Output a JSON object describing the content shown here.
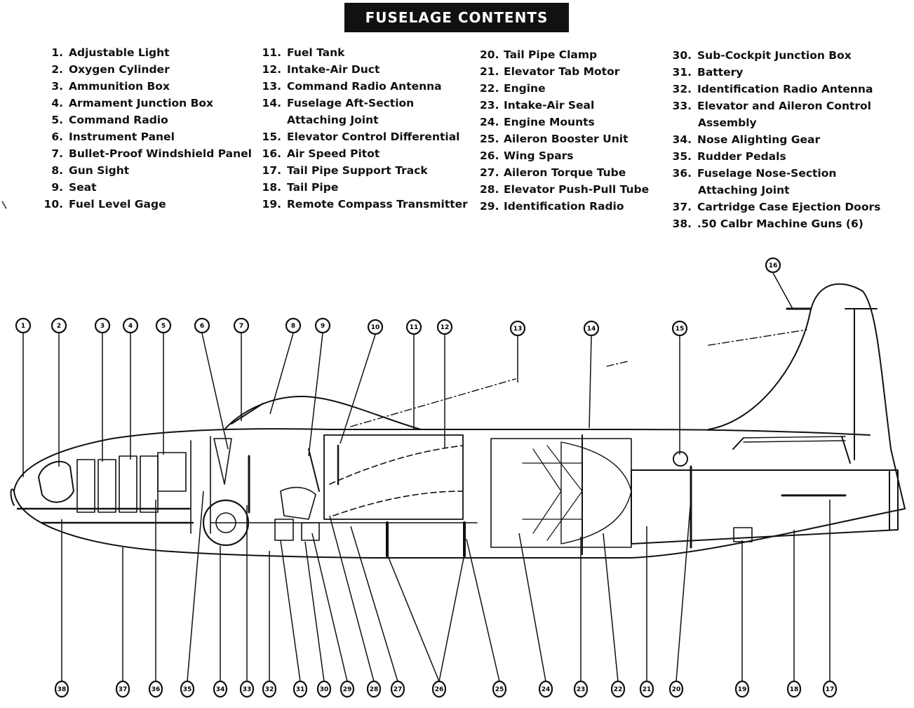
{
  "title": "FUSELAGE CONTENTS",
  "legend": {
    "columns": [
      [
        {
          "num": "1.",
          "label": "Adjustable Light"
        },
        {
          "num": "2.",
          "label": "Oxygen Cylinder"
        },
        {
          "num": "3.",
          "label": "Ammunition Box"
        },
        {
          "num": "4.",
          "label": "Armament Junction Box"
        },
        {
          "num": "5.",
          "label": "Command Radio"
        },
        {
          "num": "6.",
          "label": "Instrument Panel"
        },
        {
          "num": "7.",
          "label": "Bullet-Proof Windshield Panel"
        },
        {
          "num": "8.",
          "label": "Gun Sight"
        },
        {
          "num": "9.",
          "label": "Seat"
        },
        {
          "num": "10.",
          "label": "Fuel Level Gage"
        }
      ],
      [
        {
          "num": "11.",
          "label": "Fuel Tank"
        },
        {
          "num": "12.",
          "label": "Intake-Air Duct"
        },
        {
          "num": "13.",
          "label": "Command Radio Antenna"
        },
        {
          "num": "14.",
          "label": "Fuselage Aft-Section",
          "cont": "Attaching Joint"
        },
        {
          "num": "15.",
          "label": "Elevator Control Differential"
        },
        {
          "num": "16.",
          "label": "Air Speed Pitot"
        },
        {
          "num": "17.",
          "label": "Tail Pipe Support Track"
        },
        {
          "num": "18.",
          "label": "Tail Pipe"
        },
        {
          "num": "19.",
          "label": "Remote Compass Transmitter"
        }
      ],
      [
        {
          "num": "20.",
          "label": "Tail Pipe Clamp"
        },
        {
          "num": "21.",
          "label": "Elevator Tab Motor"
        },
        {
          "num": "22.",
          "label": "Engine"
        },
        {
          "num": "23.",
          "label": "Intake-Air Seal"
        },
        {
          "num": "24.",
          "label": "Engine Mounts"
        },
        {
          "num": "25.",
          "label": "Aileron Booster Unit"
        },
        {
          "num": "26.",
          "label": "Wing Spars"
        },
        {
          "num": "27.",
          "label": "Aileron Torque Tube"
        },
        {
          "num": "28.",
          "label": "Elevator Push-Pull Tube"
        },
        {
          "num": "29.",
          "label": "Identification Radio"
        }
      ],
      [
        {
          "num": "30.",
          "label": "Sub-Cockpit Junction Box"
        },
        {
          "num": "31.",
          "label": "Battery"
        },
        {
          "num": "32.",
          "label": "Identification Radio Antenna"
        },
        {
          "num": "33.",
          "label": "Elevator and Aileron Control",
          "cont": "Assembly"
        },
        {
          "num": "34.",
          "label": "Nose Alighting Gear"
        },
        {
          "num": "35.",
          "label": "Rudder Pedals"
        },
        {
          "num": "36.",
          "label": "Fuselage Nose-Section",
          "cont": "Attaching Joint"
        },
        {
          "num": "37.",
          "label": "Cartridge Case Ejection Doors"
        },
        {
          "num": "38.",
          "label": ".50 Calbr Machine Guns (6)"
        }
      ]
    ]
  },
  "callouts_top": [
    "1",
    "2",
    "3",
    "4",
    "5",
    "6",
    "7",
    "8",
    "9",
    "10",
    "11",
    "12",
    "13",
    "14",
    "15",
    "16"
  ],
  "callouts_bottom": [
    "38",
    "37",
    "36",
    "35",
    "34",
    "33",
    "32",
    "31",
    "30",
    "29",
    "28",
    "27",
    "26",
    "25",
    "24",
    "23",
    "22",
    "21",
    "20",
    "19",
    "18",
    "17"
  ],
  "colors": {
    "ink": "#111111",
    "paper": "#ffffff",
    "title_bg": "#111111",
    "title_fg": "#ffffff"
  }
}
